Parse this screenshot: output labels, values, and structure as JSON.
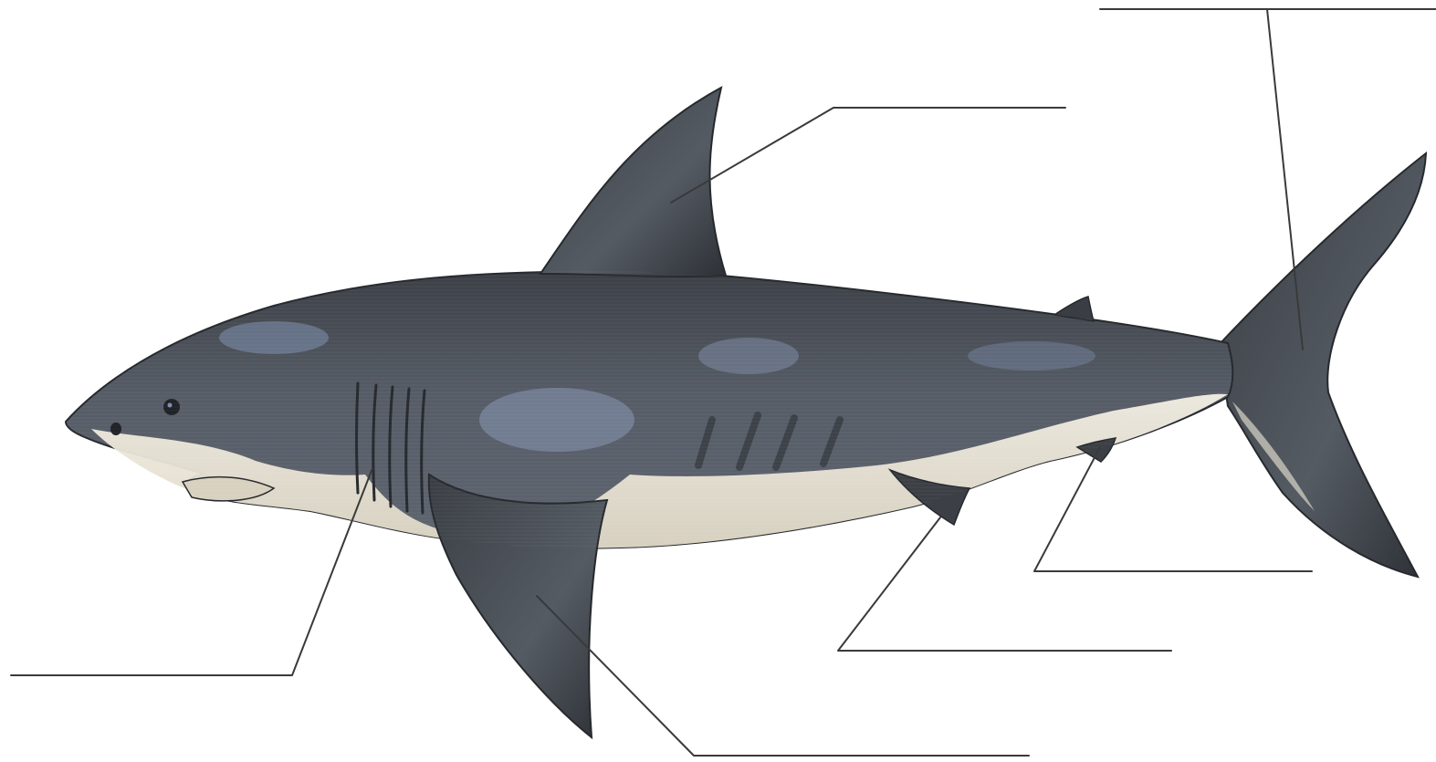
{
  "diagram": {
    "subject": "shark",
    "illustration_colors": {
      "dorsal": "#4b5058",
      "dorsal_dark": "#2f3338",
      "blue_highlight": "#7d8fae",
      "belly": "#efeadc",
      "outline": "#26292d",
      "leader_line": "#3a3a3a",
      "background": "#ffffff"
    },
    "labels": [
      {
        "id": "dorsal-fin",
        "text": ""
      },
      {
        "id": "caudal-fin",
        "text": ""
      },
      {
        "id": "gill-slits",
        "text": ""
      },
      {
        "id": "pectoral-fin",
        "text": ""
      },
      {
        "id": "pelvic-fin",
        "text": ""
      },
      {
        "id": "anal-fin",
        "text": ""
      }
    ]
  }
}
